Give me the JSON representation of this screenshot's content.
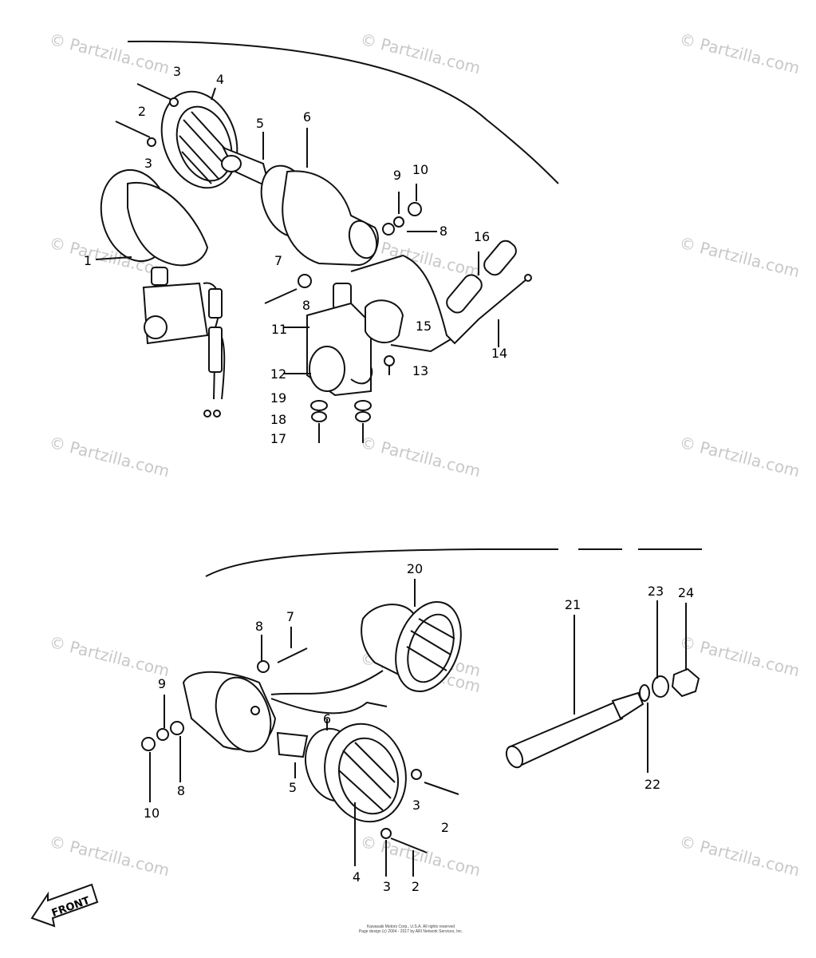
{
  "watermark": {
    "text": "© Partzilla.com",
    "count": 16
  },
  "callouts": {
    "top": [
      "3",
      "4",
      "2",
      "3",
      "5",
      "6",
      "9",
      "10",
      "8",
      "16",
      "1",
      "7",
      "8",
      "11",
      "15",
      "14",
      "12",
      "13",
      "19",
      "18",
      "17"
    ],
    "bottom": [
      "20",
      "8",
      "7",
      "21",
      "23",
      "24",
      "9",
      "6",
      "10",
      "5",
      "4",
      "3",
      "2",
      "8",
      "3",
      "2",
      "22"
    ]
  },
  "front_label": "FRONT",
  "copyright_lines": [
    "Kawasaki Motors Corp., U.S.A. All rights reserved",
    "Page design (c) 2004 - 2017 by ARI Network Services, Inc."
  ],
  "colors": {
    "ink": "#111111",
    "watermark": "#c8c8c8"
  }
}
